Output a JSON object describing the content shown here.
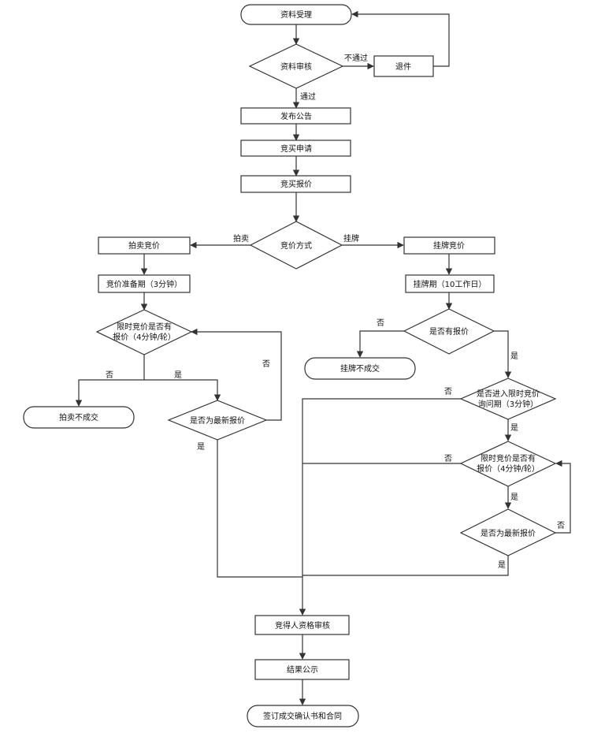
{
  "nodes": {
    "material_accept": "资料受理",
    "material_review": "资料审核",
    "return_docs": "退件",
    "publish_notice": "发布公告",
    "bid_apply": "竞买申请",
    "bid_quote": "竞买报价",
    "bid_method": "竞价方式",
    "auction_bid": "拍卖竞价",
    "auction_prep": "竞价准备期（3分钟）",
    "auction_limit_line1": "限时竞价是否有",
    "auction_limit_line2": "报价（4分钟/轮）",
    "auction_latest": "是否为最新报价",
    "auction_fail": "拍卖不成交",
    "listing_bid": "挂牌竞价",
    "listing_period": "挂牌期（10工作日）",
    "has_quote": "是否有报价",
    "listing_fail": "挂牌不成交",
    "enter_limit_line1": "是否进入限时竞价",
    "enter_limit_line2": "询问期（3分钟）",
    "listing_limit_line1": "限时竞价是否有",
    "listing_limit_line2": "报价（4分钟/轮）",
    "listing_latest": "是否为最新报价",
    "qualification": "竞得人资格审核",
    "result_publicity": "结果公示",
    "sign_contract": "签订成交确认书和合同"
  },
  "edge_labels": {
    "not_pass": "不通过",
    "pass": "通过",
    "auction": "拍卖",
    "listing": "挂牌",
    "auction_limit_no": "否",
    "auction_limit_yes": "是",
    "auction_latest_no": "否",
    "auction_latest_yes": "是",
    "has_quote_no": "否",
    "has_quote_yes": "是",
    "enter_limit_no": "否",
    "enter_limit_yes": "是",
    "listing_limit_no": "否",
    "listing_limit_yes": "是",
    "listing_latest_no": "否",
    "listing_latest_yes": "是"
  }
}
